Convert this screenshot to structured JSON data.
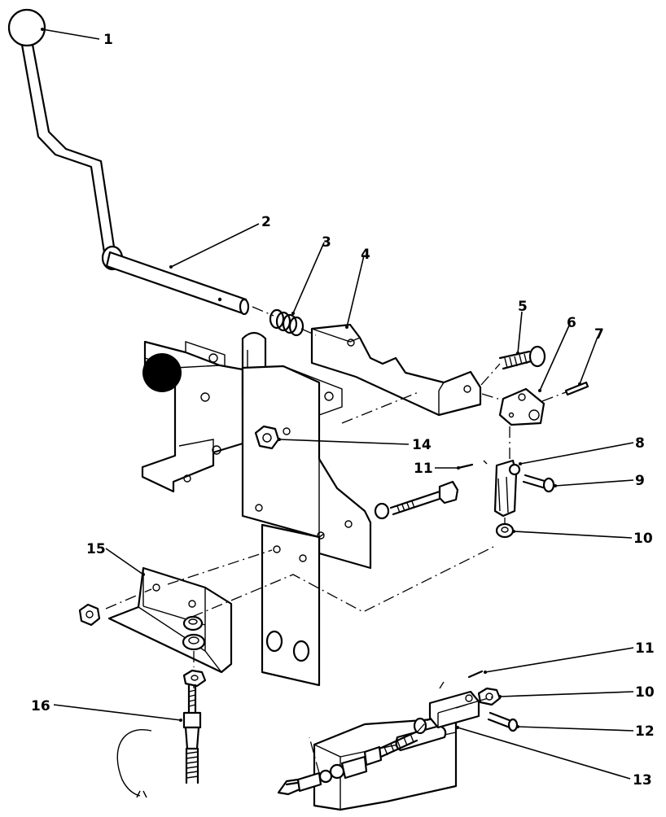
{
  "callouts": [
    {
      "id": "c1",
      "text": "1"
    },
    {
      "id": "c2",
      "text": "2"
    },
    {
      "id": "c3",
      "text": "3"
    },
    {
      "id": "c4",
      "text": "4"
    },
    {
      "id": "c5",
      "text": "5"
    },
    {
      "id": "c6",
      "text": "6"
    },
    {
      "id": "c7",
      "text": "7"
    },
    {
      "id": "c8",
      "text": "8"
    },
    {
      "id": "c9",
      "text": "9"
    },
    {
      "id": "c10a",
      "text": "10"
    },
    {
      "id": "c11a",
      "text": "11"
    },
    {
      "id": "c14",
      "text": "14"
    },
    {
      "id": "c15",
      "text": "15"
    },
    {
      "id": "c16",
      "text": "16"
    },
    {
      "id": "c11b",
      "text": "11"
    },
    {
      "id": "c10b",
      "text": "10"
    },
    {
      "id": "c12",
      "text": "12"
    },
    {
      "id": "c13",
      "text": "13"
    }
  ]
}
